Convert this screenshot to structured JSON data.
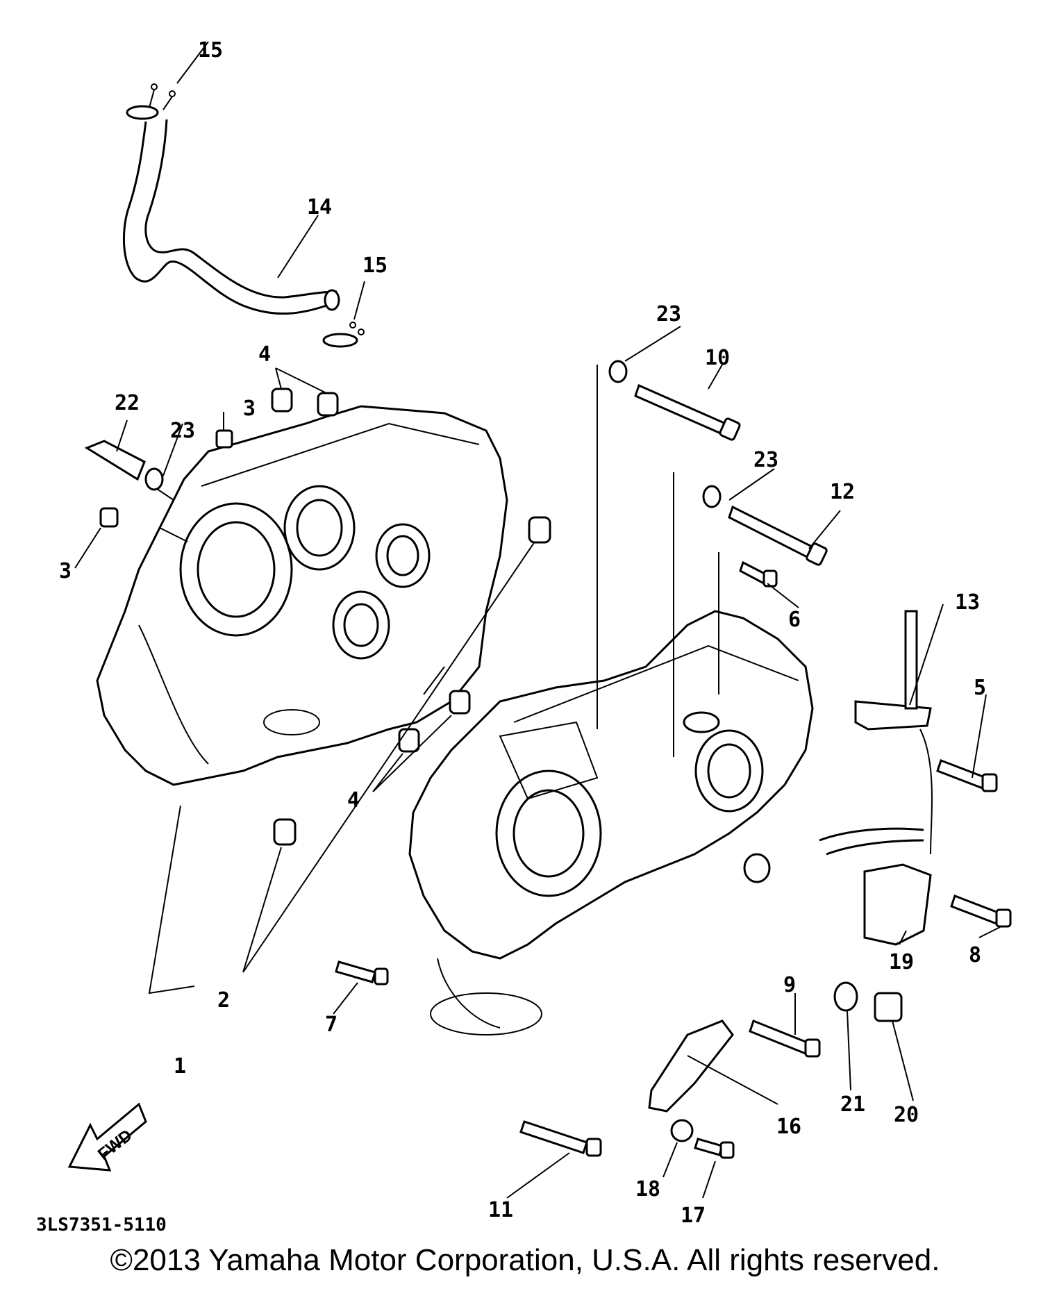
{
  "diagram": {
    "labels": {
      "l1": "1",
      "l2": "2",
      "l3a": "3",
      "l3b": "3",
      "l4a": "4",
      "l4b": "4",
      "l5": "5",
      "l6": "6",
      "l7": "7",
      "l8": "8",
      "l9": "9",
      "l10": "10",
      "l11": "11",
      "l12": "12",
      "l13": "13",
      "l14": "14",
      "l15a": "15",
      "l15b": "15",
      "l16": "16",
      "l17": "17",
      "l18": "18",
      "l19": "19",
      "l20": "20",
      "l21": "21",
      "l22": "22",
      "l23a": "23",
      "l23b": "23",
      "l23c": "23"
    },
    "fwd": "FWD",
    "code": "3LS7351-5110"
  },
  "footer": {
    "copyright": "©2013 Yamaha Motor Corporation, U.S.A. All rights reserved."
  }
}
